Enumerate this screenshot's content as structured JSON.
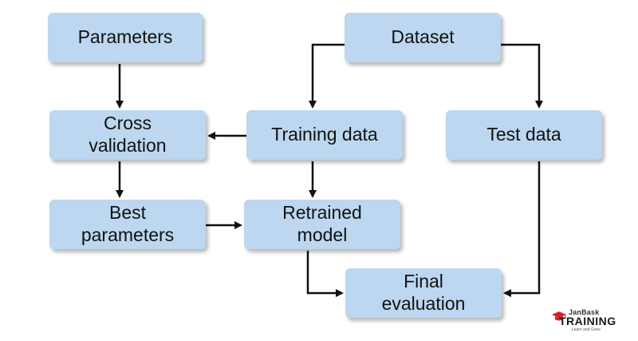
{
  "diagram": {
    "nodes": {
      "parameters": [
        "Parameters"
      ],
      "dataset": [
        "Dataset"
      ],
      "cross_validation": [
        "Cross",
        "validation"
      ],
      "training_data": [
        "Training data"
      ],
      "test_data": [
        "Test data"
      ],
      "best_parameters": [
        "Best",
        "parameters"
      ],
      "retrained_model": [
        "Retrained",
        "model"
      ],
      "final_evaluation": [
        "Final",
        "evaluation"
      ]
    },
    "edges": [
      {
        "from": "parameters",
        "to": "cross_validation"
      },
      {
        "from": "dataset",
        "to": "training_data"
      },
      {
        "from": "dataset",
        "to": "test_data"
      },
      {
        "from": "training_data",
        "to": "cross_validation"
      },
      {
        "from": "training_data",
        "to": "retrained_model"
      },
      {
        "from": "cross_validation",
        "to": "best_parameters"
      },
      {
        "from": "best_parameters",
        "to": "retrained_model"
      },
      {
        "from": "retrained_model",
        "to": "final_evaluation"
      },
      {
        "from": "test_data",
        "to": "final_evaluation"
      }
    ],
    "colors": {
      "node_fill": "#bcd7ef",
      "arrow": "#111111",
      "logo_accent": "#d72027"
    }
  },
  "logo": {
    "brand_top": "JanBask",
    "brand_main": "TRAINING",
    "tagline": "Learn and Grow",
    "icon": "graduation-cap-icon"
  }
}
